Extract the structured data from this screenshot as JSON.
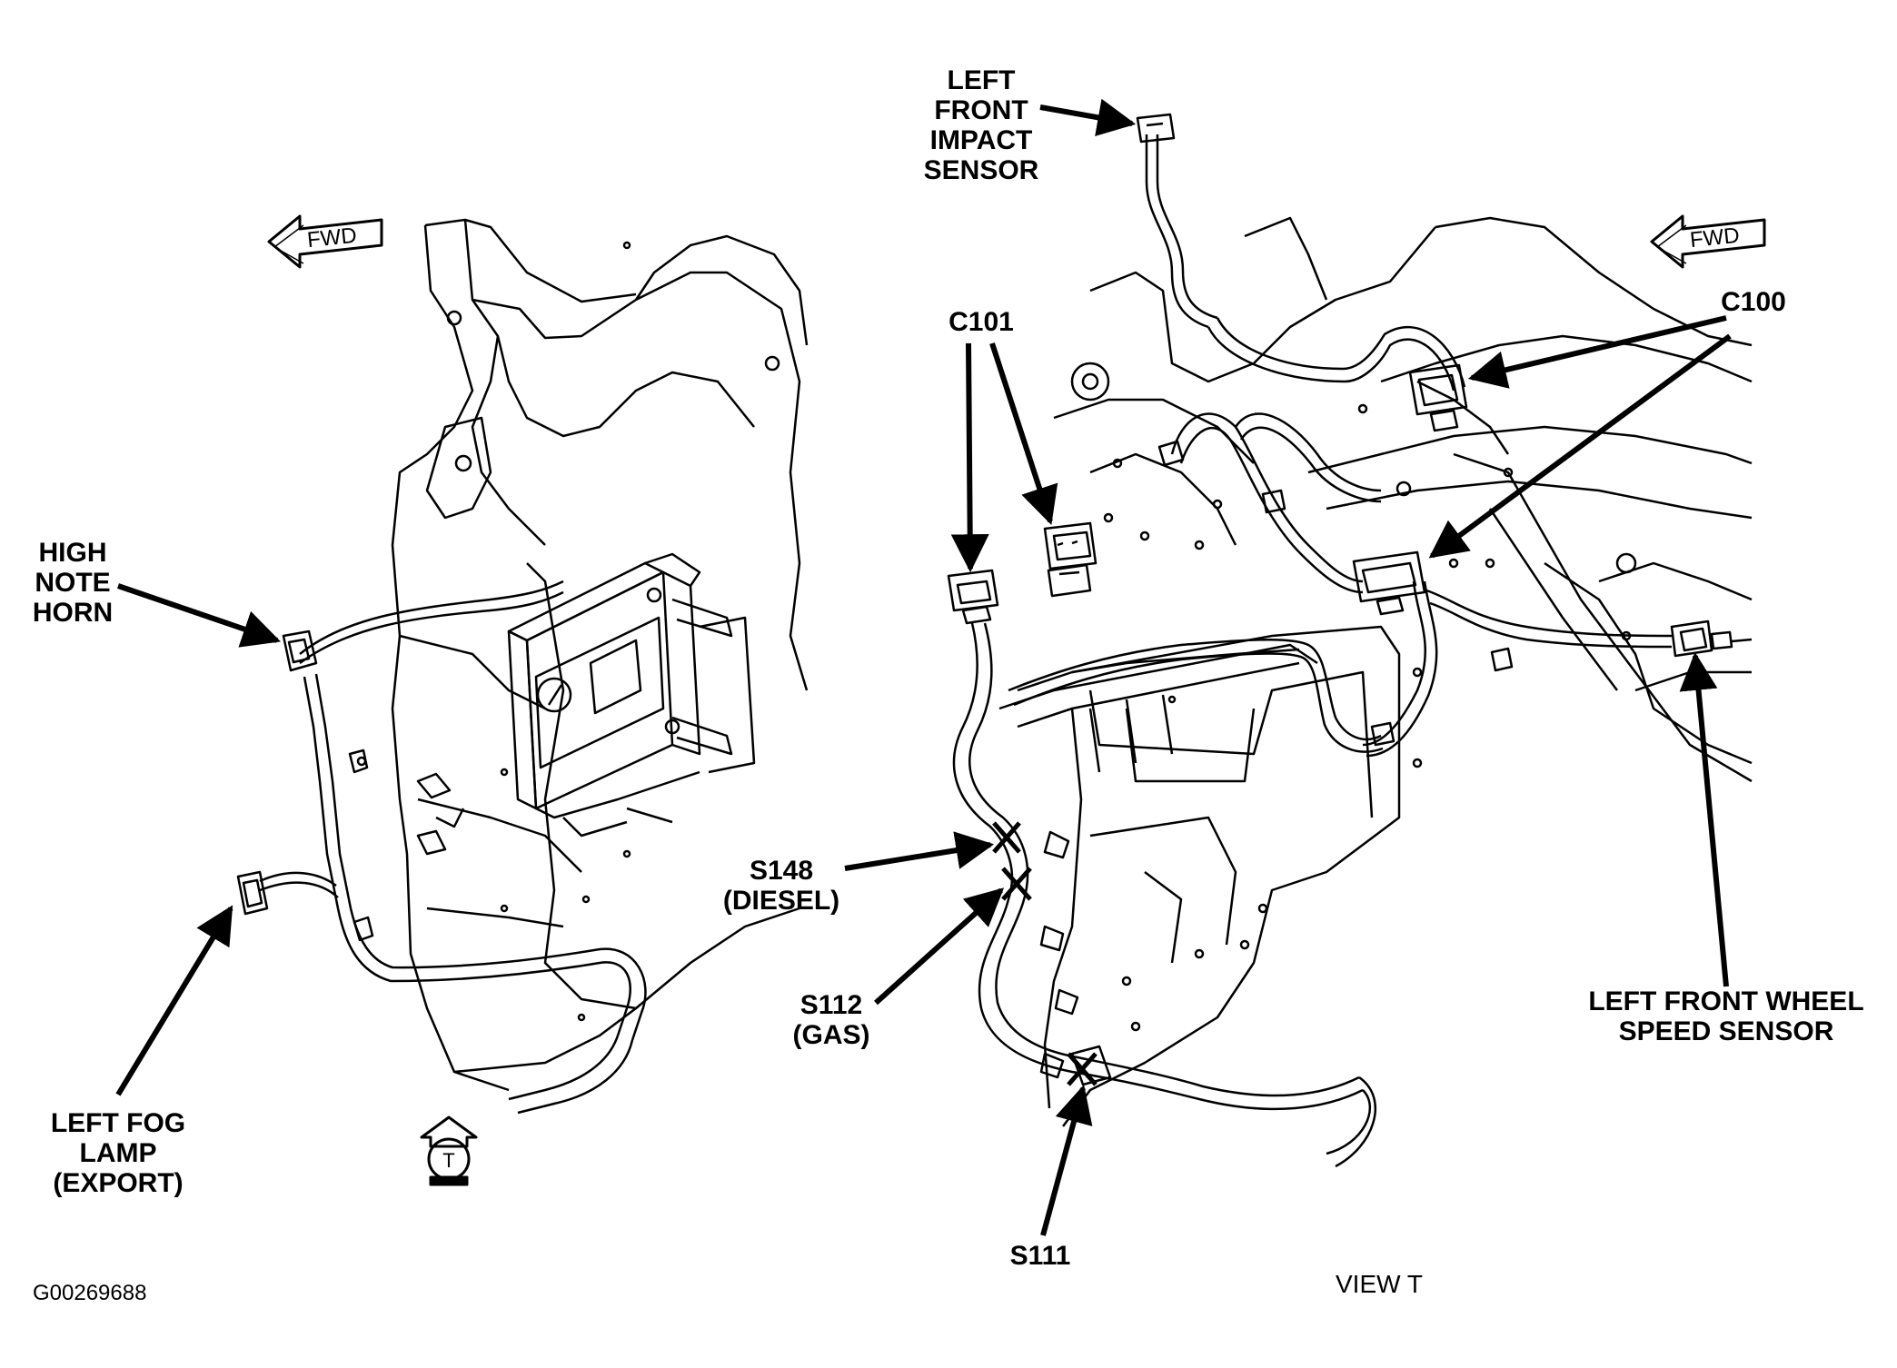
{
  "labels": {
    "high_note_horn": [
      "HIGH",
      "NOTE",
      "HORN"
    ],
    "left_fog_lamp": [
      "LEFT FOG",
      "LAMP",
      "(EXPORT)"
    ],
    "left_front_impact_sensor": [
      "LEFT",
      "FRONT",
      "IMPACT",
      "SENSOR"
    ],
    "c101": "C101",
    "c100": "C100",
    "s148": [
      "S148",
      "(DIESEL)"
    ],
    "s112": [
      "S112",
      "(GAS)"
    ],
    "s111": "S111",
    "left_front_wheel_speed_sensor": [
      "LEFT FRONT WHEEL",
      "SPEED SENSOR"
    ]
  },
  "fwd_label": "FWD",
  "view_marker_letter": "T",
  "view_caption": "VIEW T",
  "figure_id": "G00269688",
  "colors": {
    "ink": "#000000",
    "paper": "#ffffff"
  }
}
